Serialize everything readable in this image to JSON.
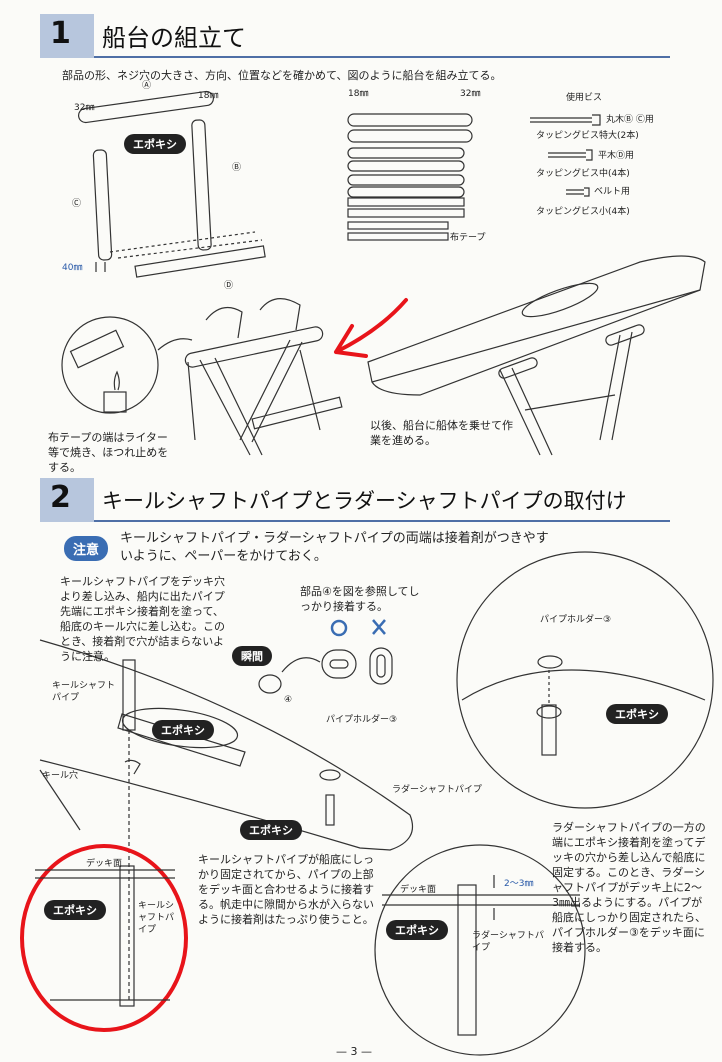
{
  "section1": {
    "number": "1",
    "title": "船台の組立て",
    "intro": "部品の形、ネジ穴の大きさ、方向、位置などを確かめて、図のように船台を組み立てる。",
    "dim_32": "32㎜",
    "dim_18": "18㎜",
    "dim_18b": "18㎜",
    "dim_32b": "32㎜",
    "dim_40": "40㎜",
    "label_A": "Ⓐ",
    "label_B": "Ⓑ",
    "label_C": "Ⓒ",
    "label_D": "Ⓓ",
    "epoxy": "エポキシ",
    "cloth_tape": "布テープ",
    "screws_title": "使用ビス",
    "screw1_use": "丸木Ⓑ Ⓒ用",
    "screw1_name": "タッピングビス特大(2本)",
    "screw2_use": "平木Ⓓ用",
    "screw2_name": "タッピングビス中(4本)",
    "screw3_use": "ベルト用",
    "screw3_name": "タッピングビス小(4本)",
    "tape_note": "布テープの端はライター等で焼き、ほつれ止めをする。",
    "hull_note": "以後、船台に船体を乗せて作業を進める。"
  },
  "section2": {
    "number": "2",
    "title": "キールシャフトパイプとラダーシャフトパイプの取付け",
    "caution_label": "注意",
    "caution_text": "キールシャフトパイプ・ラダーシャフトパイプの両端は接着剤がつきやすいように、ペーパーをかけておく。",
    "keel_insert_note": "キールシャフトパイプをデッキ穴より差し込み、船内に出たパイプ先端にエポキシ接着剤を塗って、船底のキール穴に差し込む。このとき、接着剤で穴が詰まらないように注意。",
    "part4_note": "部品④を図を参照してしっかり接着する。",
    "ok_mark": "○",
    "ng_mark": "×",
    "instant_glue": "瞬間",
    "part4_num": "④",
    "keel_shaft_pipe": "キールシャフトパイプ",
    "keel_hole": "キール穴",
    "pipe_holder": "パイプホルダー③",
    "pipe_holder2": "パイプホルダー③",
    "rudder_shaft_pipe": "ラダーシャフトパイプ",
    "epoxy": "エポキシ",
    "deck_surface": "デッキ面",
    "keel_shaft_pipe_v": "キールシャフトパイプ",
    "keel_fix_note": "キールシャフトパイプが船底にしっかり固定されてから、パイプの上部をデッキ面と合わせるように接着する。帆走中に隙間から水が入らないように接着剤はたっぷり使うこと。",
    "deck_surface2": "デッキ面",
    "gap": "2〜3㎜",
    "rudder_shaft_pipe2": "ラダーシャフトパイプ",
    "rudder_note": "ラダーシャフトパイプの一方の端にエポキシ接着剤を塗ってデッキの穴から差し込んで船底に固定する。このとき、ラダーシャフトパイプがデッキ上に2〜3㎜出るようにする。パイプが船底にしっかり固定されたら、パイプホルダー③をデッキ面に接着する。"
  },
  "page_number": "— 3 —",
  "colors": {
    "header_bg": "#b7c6dd",
    "header_line": "#4f6fa6",
    "accent_red": "#e8141a",
    "caution_blue": "#3a6db3"
  }
}
